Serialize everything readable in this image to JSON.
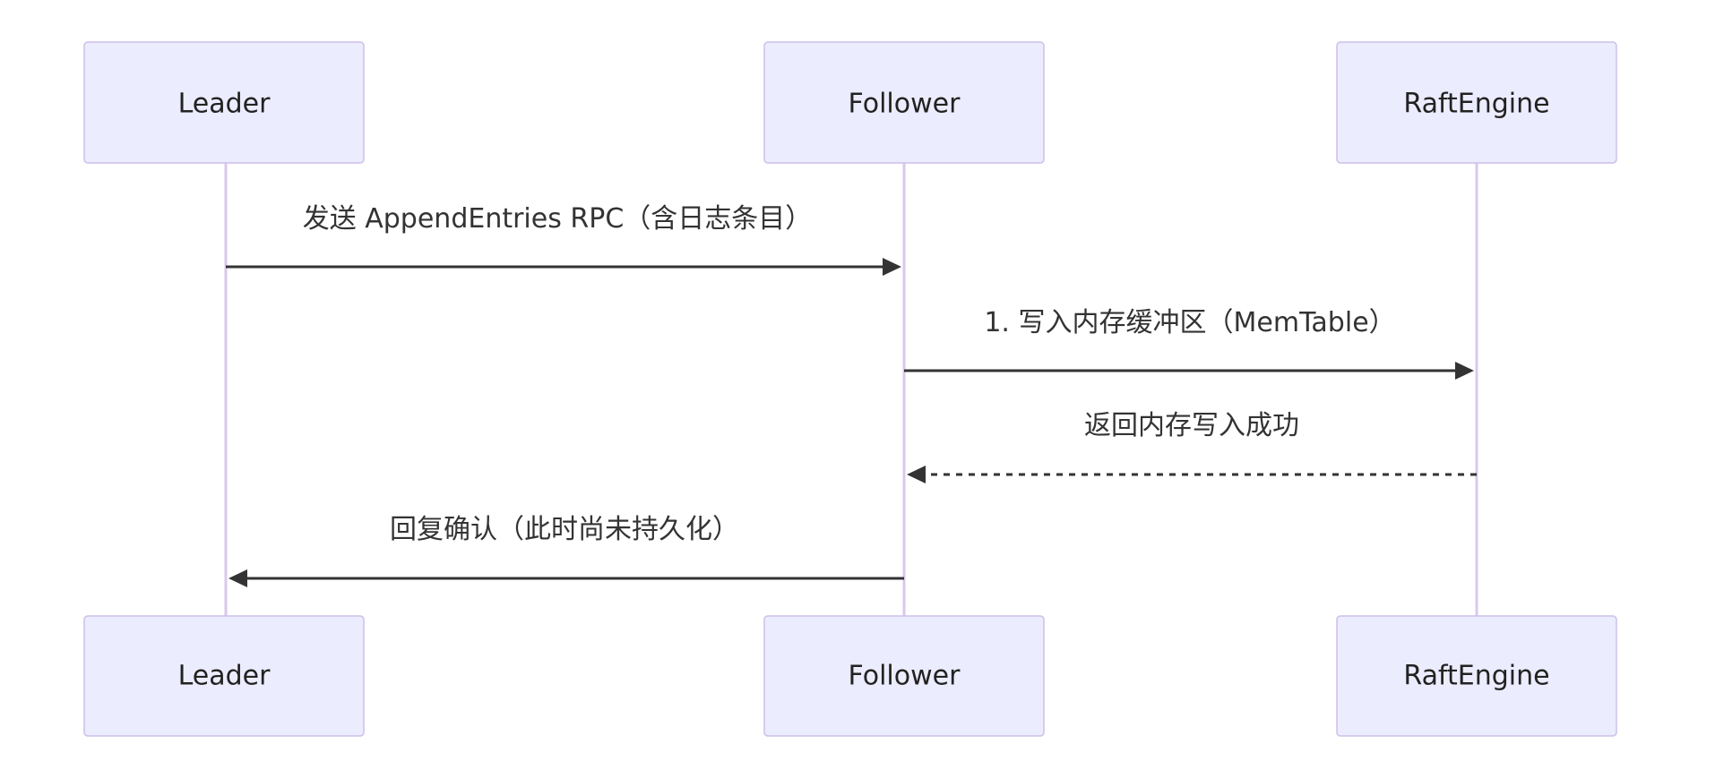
{
  "actors": [
    {
      "id": "leader",
      "label": "Leader"
    },
    {
      "id": "follower",
      "label": "Follower"
    },
    {
      "id": "raftengine",
      "label": "RaftEngine"
    }
  ],
  "messages": [
    {
      "from": "leader",
      "to": "follower",
      "label": "发送 AppendEntries RPC（含日志条目）",
      "style": "solid"
    },
    {
      "from": "follower",
      "to": "raftengine",
      "label": "1. 写入内存缓冲区（MemTable）",
      "style": "solid"
    },
    {
      "from": "raftengine",
      "to": "follower",
      "label": "返回内存写入成功",
      "style": "dotted"
    },
    {
      "from": "follower",
      "to": "leader",
      "label": "回复确认（此时尚未持久化）",
      "style": "solid"
    }
  ],
  "colors": {
    "actor_fill": "#ececff",
    "actor_border": "#cdbfe8",
    "lifeline": "#d9c8ee",
    "arrow": "#333333",
    "text": "#222222"
  }
}
